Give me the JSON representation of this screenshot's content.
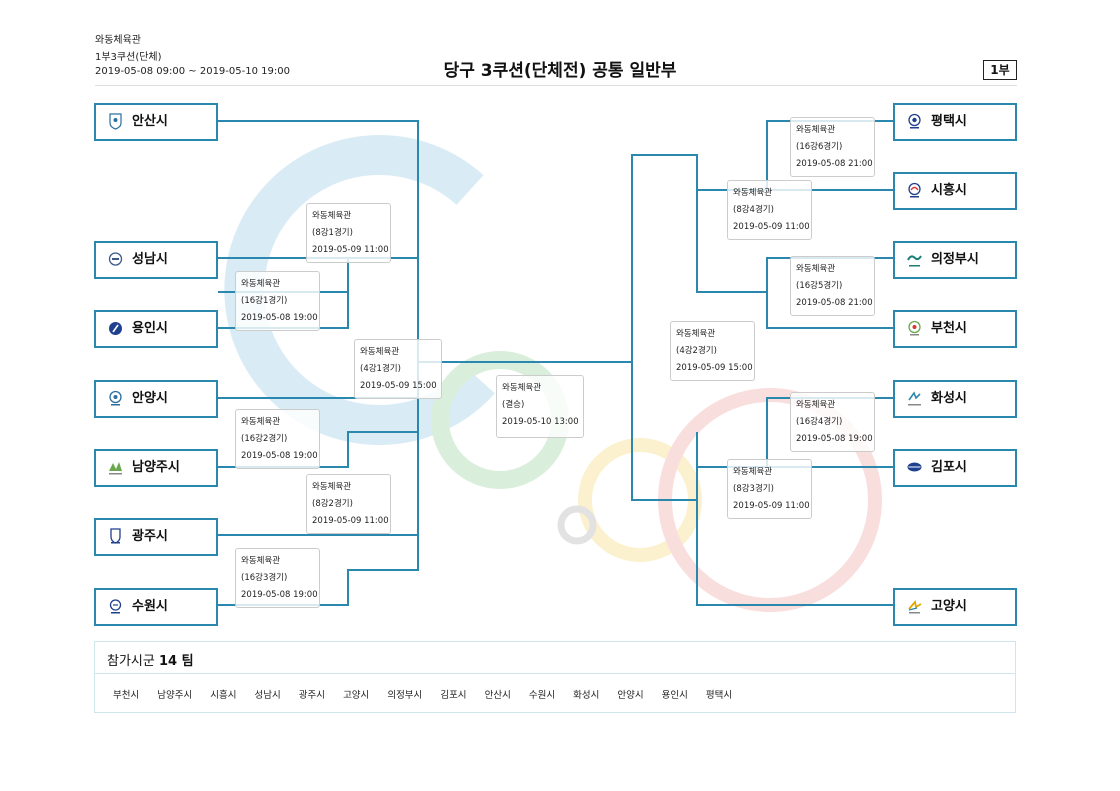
{
  "header": {
    "venue": "와동체육관",
    "event": "1부3쿠션(단체)",
    "period": "2019-05-08 09:00 ~ 2019-05-10 19:00",
    "title": "당구 3쿠션(단체전) 공통 일반부",
    "division": "1부"
  },
  "teams": [
    {
      "name": "안산시"
    },
    {
      "name": "성남시"
    },
    {
      "name": "용인시"
    },
    {
      "name": "안양시"
    },
    {
      "name": "남양주시"
    },
    {
      "name": "광주시"
    },
    {
      "name": "수원시"
    },
    {
      "name": "평택시"
    },
    {
      "name": "시흥시"
    },
    {
      "name": "의정부시"
    },
    {
      "name": "부천시"
    },
    {
      "name": "화성시"
    },
    {
      "name": "김포시"
    },
    {
      "name": "고양시"
    }
  ],
  "matches": [
    {
      "venue": "와동체육관",
      "round": "(8강1경기)",
      "time": "2019-05-09 11:00"
    },
    {
      "venue": "와동체육관",
      "round": "(16강1경기)",
      "time": "2019-05-08 19:00"
    },
    {
      "venue": "와동체육관",
      "round": "(4강1경기)",
      "time": "2019-05-09 15:00"
    },
    {
      "venue": "와동체육관",
      "round": "(16강2경기)",
      "time": "2019-05-08 19:00"
    },
    {
      "venue": "와동체육관",
      "round": "(8강2경기)",
      "time": "2019-05-09 11:00"
    },
    {
      "venue": "와동체육관",
      "round": "(16강3경기)",
      "time": "2019-05-08 19:00"
    },
    {
      "venue": "와동체육관",
      "round": "(결승)",
      "time": "2019-05-10 13:00"
    },
    {
      "venue": "와동체육관",
      "round": "(16강6경기)",
      "time": "2019-05-08 21:00"
    },
    {
      "venue": "와동체육관",
      "round": "(8강4경기)",
      "time": "2019-05-09 11:00"
    },
    {
      "venue": "와동체육관",
      "round": "(16강5경기)",
      "time": "2019-05-08 21:00"
    },
    {
      "venue": "와동체육관",
      "round": "(4강2경기)",
      "time": "2019-05-09 15:00"
    },
    {
      "venue": "와동체육관",
      "round": "(16강4경기)",
      "time": "2019-05-08 19:00"
    },
    {
      "venue": "와동체육관",
      "round": "(8강3경기)",
      "time": "2019-05-09 11:00"
    }
  ],
  "participants": {
    "label": "참가시군",
    "count": "14 팀",
    "list": [
      "부천시",
      "남양주시",
      "시흥시",
      "성남시",
      "광주시",
      "고양시",
      "의정부시",
      "김포시",
      "안산시",
      "수원시",
      "화성시",
      "안양시",
      "용인시",
      "평택시"
    ]
  },
  "colors": {
    "bracket": "#2a87ae",
    "box_border": "#ccc",
    "accent_text": "#111"
  }
}
